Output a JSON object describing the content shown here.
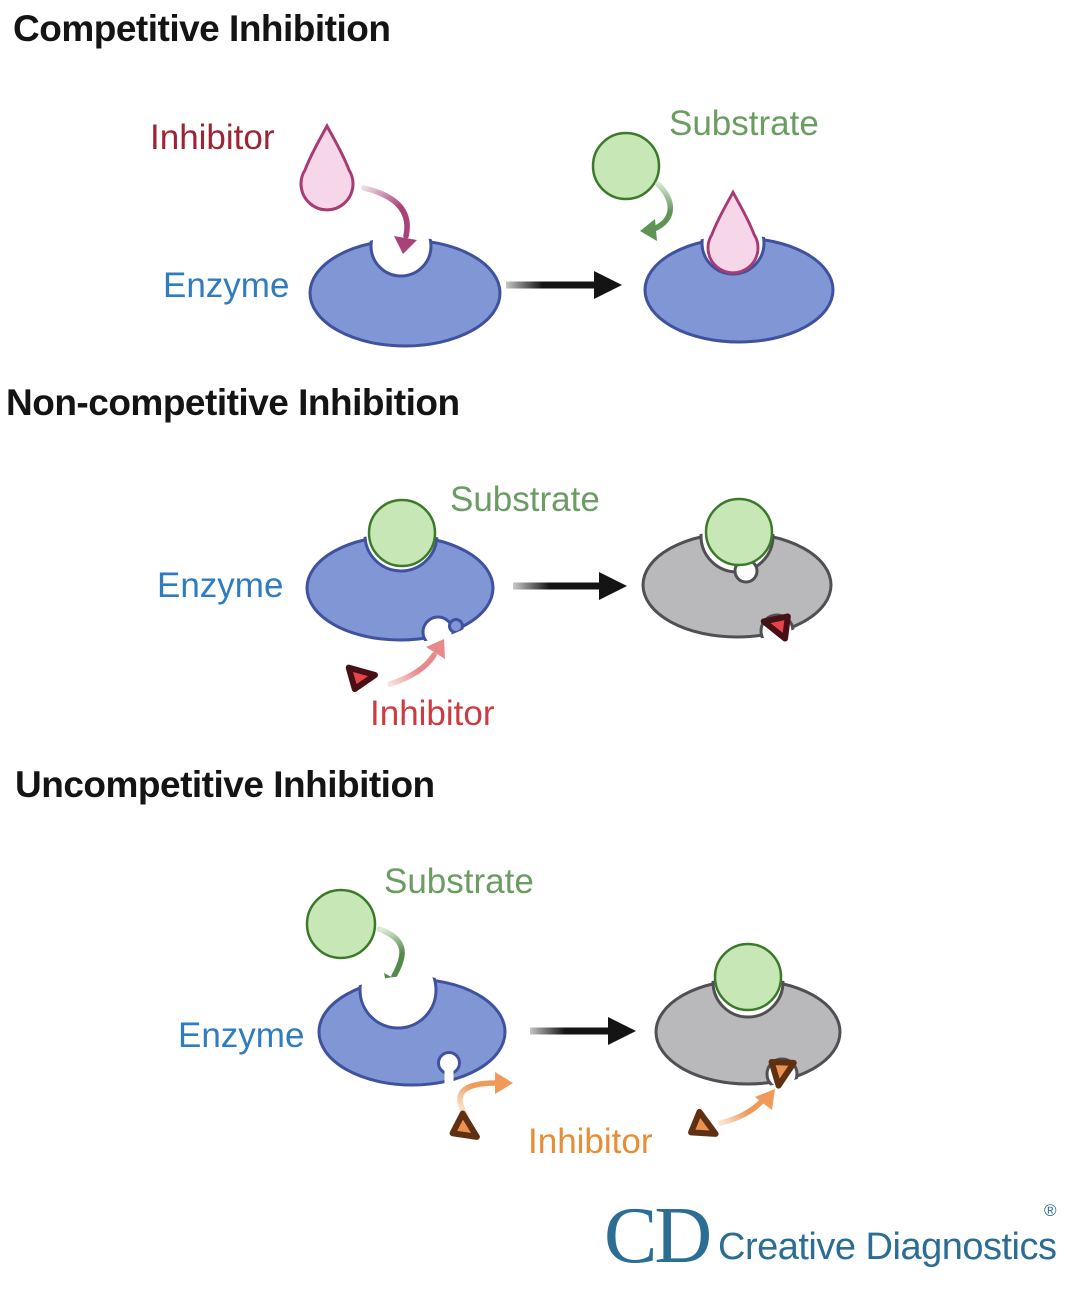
{
  "sections": [
    {
      "id": "competitive",
      "title": "Competitive Inhibition",
      "labels": {
        "inhibitor": "Inhibitor",
        "enzyme": "Enzyme",
        "substrate": "Substrate"
      }
    },
    {
      "id": "non-competitive",
      "title": "Non-competitive Inhibition",
      "labels": {
        "substrate": "Substrate",
        "enzyme": "Enzyme",
        "inhibitor": "Inhibitor"
      }
    },
    {
      "id": "uncompetitive",
      "title": "Uncompetitive Inhibition",
      "labels": {
        "substrate": "Substrate",
        "enzyme": "Enzyme",
        "inhibitor": "Inhibitor"
      }
    }
  ],
  "logo": {
    "monogram": "CD",
    "name": "Creative Diagnostics",
    "registered_mark": "®"
  },
  "colors": {
    "title": "#141414",
    "enzyme_fill": "#8197d5",
    "enzyme_stroke": "#3f519f",
    "enzyme_label": "#2f7cbf",
    "inhibited_enzyme_fill": "#b9b9bc",
    "inhibited_enzyme_stroke": "#4f5054",
    "substrate_fill": "#c8e7b6",
    "substrate_stroke": "#3a7a28",
    "substrate_label": "#6b9c62",
    "competitive_inhibitor_fill": "#f6d7e9",
    "competitive_inhibitor_stroke": "#a83a74",
    "competitive_inhibitor_label": "#9c2433",
    "noncompetitive_inhibitor_fill": "#e4454d",
    "noncompetitive_inhibitor_stroke": "#481015",
    "noncompetitive_inhibitor_label": "#cd3b40",
    "uncompetitive_inhibitor_fill": "#eb9150",
    "uncompetitive_inhibitor_stroke": "#5f3012",
    "uncompetitive_inhibitor_label": "#e78d35",
    "reaction_arrow": "#141414",
    "logo": "#2c6d95"
  }
}
